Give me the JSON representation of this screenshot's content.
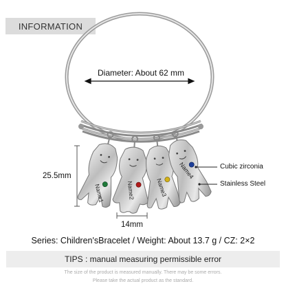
{
  "header": {
    "title": "INFORMATION"
  },
  "bangle": {
    "diameter_label": "Diameter: About  62 mm"
  },
  "dimensions": {
    "height_label": "25.5mm",
    "width_label": "14mm"
  },
  "charms": [
    {
      "name": "Name1"
    },
    {
      "name": "Name2"
    },
    {
      "name": "Name3"
    },
    {
      "name": "Name4"
    }
  ],
  "callouts": {
    "stone": "Cubic zirconia",
    "metal": "Stainless Steel"
  },
  "specs": {
    "series_line": "Series: Children'sBracelet / Weight: About 13.7 g / CZ: 2×2"
  },
  "tips": {
    "text": "TIPS : manual measuring permissible error"
  },
  "disclaimer": {
    "line1": "The size of the product is measured manually. There may be some errors.",
    "line2": "Please take the actual product as the standard."
  },
  "colors": {
    "stone_green": "#1f7a3a",
    "stone_red": "#b01a1a",
    "stone_yellow": "#d4b21a",
    "stone_blue": "#1d3f9a"
  }
}
